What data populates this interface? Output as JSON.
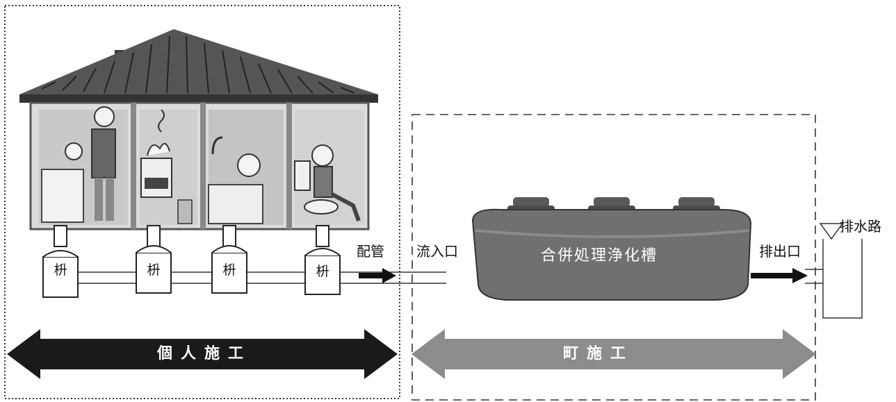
{
  "labels": {
    "masu": [
      "枡",
      "枡",
      "枡",
      "枡"
    ],
    "pipe": "配管",
    "inlet": "流入口",
    "tank": "合併処理浄化槽",
    "outlet": "排出口",
    "drain": "排水路",
    "individual_work": "個人施工",
    "town_work": "町施工"
  },
  "colors": {
    "individual_arrow": "#1a1a1a",
    "town_arrow": "#8c8c8c",
    "tank": "#6e6e6e",
    "roof": "#4a4a4a"
  }
}
